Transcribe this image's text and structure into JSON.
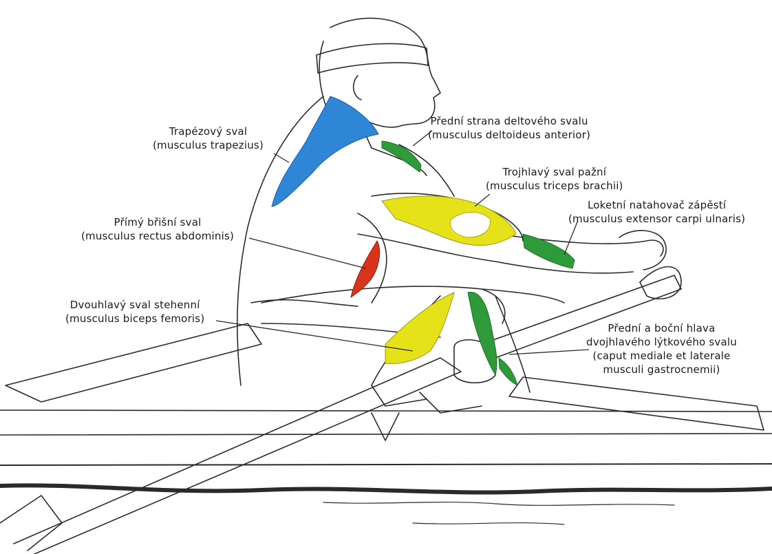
{
  "labels": {
    "trapezius": {
      "name": "Trapézový sval",
      "latin": "(musculus trapezius)"
    },
    "deltoid": {
      "name": "Přední strana deltového svalu",
      "latin": "(musculus deltoideus anterior)"
    },
    "triceps": {
      "name": "Trojhlavý sval pažní",
      "latin": "(musculus triceps brachii)"
    },
    "extensor": {
      "name": "Loketní natahovač zápěstí",
      "latin": "(musculus extensor carpi ulnaris)"
    },
    "rectus": {
      "name": "Přímý břišní sval",
      "latin": "(musculus rectus abdominis)"
    },
    "biceps_femoris": {
      "name": "Dvouhlavý sval stehenní",
      "latin": "(musculus biceps femoris)"
    },
    "gastrocnemius": {
      "line1": "Přední a boční hlava",
      "line2": "dvojhlavého lýtkového svalu",
      "line3": "(caput mediale et laterale",
      "line4": "musculi gastrocnemii)"
    }
  },
  "colors": {
    "trapezius": "#2f86d6",
    "deltoid": "#2e9a3a",
    "triceps": "#e6e21a",
    "extensor": "#2e9a3a",
    "rectus": "#d8341c",
    "biceps_femoris": "#e6e21a",
    "gastrocnemius": "#2e9a3a",
    "outline": "#2a2a2a"
  }
}
